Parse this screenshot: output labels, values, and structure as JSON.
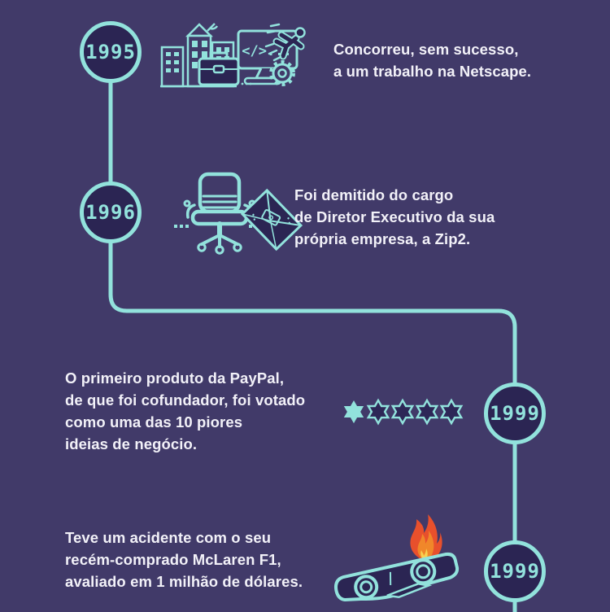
{
  "theme": {
    "background": "#413a69",
    "accent_teal": "#92e2dc",
    "node_fill": "#2b2553",
    "text_color": "#f2f1f8",
    "flame_outer": "#e8502c",
    "flame_inner": "#f0872a",
    "flame_core": "#f8d152"
  },
  "events": [
    {
      "year": "1995",
      "icon": "netscape-job-rejection-icon",
      "icon_text": "</>...",
      "lines": [
        "Concorreu, sem sucesso,",
        "a um trabalho na Netscape."
      ]
    },
    {
      "year": "1996",
      "icon": "fired-from-zip2-icon",
      "lines": [
        "Foi demitido do cargo",
        "de Diretor Executivo da sua",
        "própria empresa, a Zip2."
      ]
    },
    {
      "year": "1999",
      "icon": "one-star-rating-icon",
      "rating": {
        "filled": 1,
        "total": 5
      },
      "lines": [
        "O primeiro produto da PayPal,",
        "de que foi cofundador, foi votado",
        "como uma das 10 piores",
        "ideias de negócio."
      ]
    },
    {
      "year": "1999",
      "icon": "mclaren-crash-icon",
      "lines": [
        "Teve um acidente com o seu",
        "recém-comprado McLaren F1,",
        "avaliado em 1 milhão de dólares."
      ]
    }
  ]
}
